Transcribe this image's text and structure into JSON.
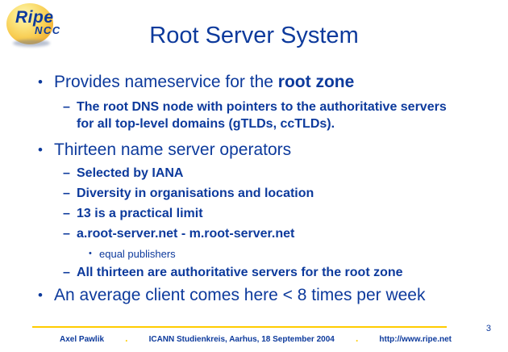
{
  "slide": {
    "logo": {
      "brand_top": "Ripe",
      "brand_bottom": "NCC"
    },
    "title": "Root Server System",
    "markers": {
      "l1": "•",
      "l2": "–",
      "l3": "•"
    },
    "bullets": [
      {
        "level": 1,
        "prefix": "Provides nameservice for the ",
        "bold": "root zone"
      },
      {
        "level": 2,
        "text": "The root DNS node with pointers to the authoritative servers for all top-level domains (gTLDs, ccTLDs)."
      },
      {
        "level": 1,
        "text": "Thirteen name server operators"
      },
      {
        "level": 2,
        "text": "Selected by IANA"
      },
      {
        "level": 2,
        "text": "Diversity in organisations and location"
      },
      {
        "level": 2,
        "text": "13 is a practical limit"
      },
      {
        "level": 2,
        "text": "a.root-server.net - m.root-server.net"
      },
      {
        "level": 3,
        "text": "equal publishers"
      },
      {
        "level": 2,
        "text": "All thirteen are authoritative servers for the root zone"
      },
      {
        "level": 1,
        "text": "An average client comes here < 8 times per week"
      }
    ],
    "footer": {
      "author": "Axel Pawlik",
      "separator": ".",
      "event": "ICANN Studienkreis, Aarhus, 18 September 2004",
      "url": "http://www.ripe.net",
      "page_number": "3"
    },
    "colors": {
      "ink": "#0d3a9c",
      "accent_gold": "#ffcc00",
      "sphere_orange": "#f2ab2b"
    }
  }
}
